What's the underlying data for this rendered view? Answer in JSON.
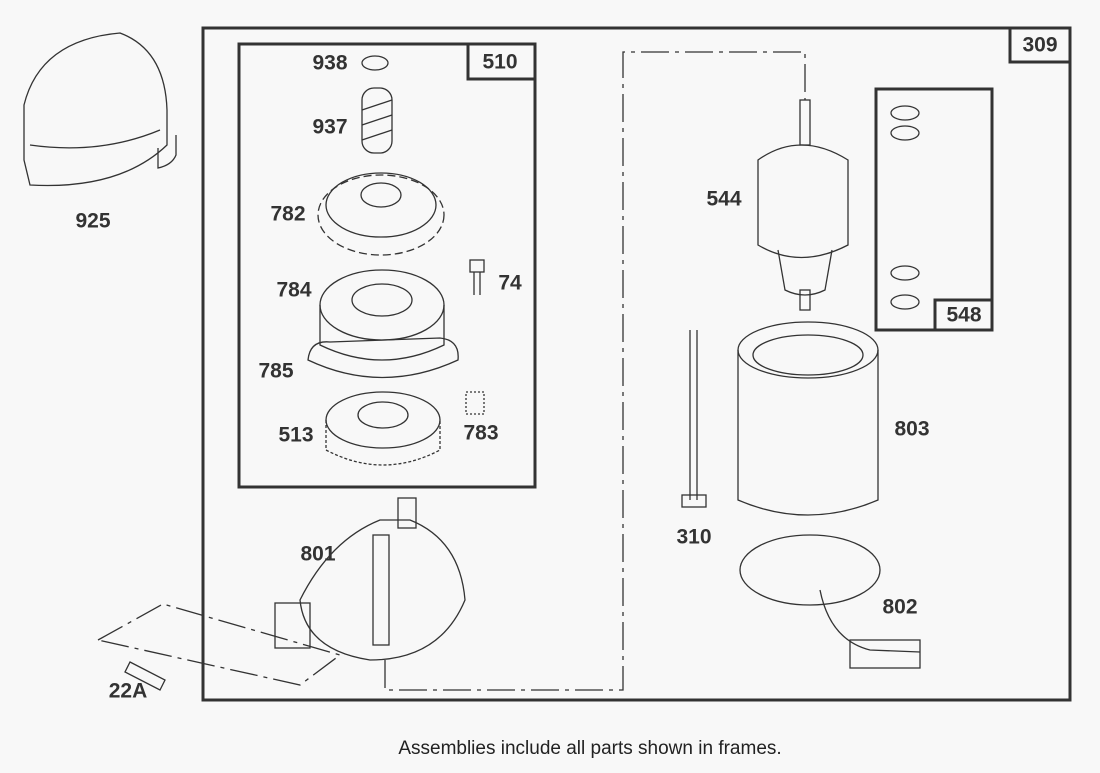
{
  "frames": [
    {
      "id": "309"
    },
    {
      "id": "510"
    },
    {
      "id": "548"
    }
  ],
  "parts": {
    "p925": "925",
    "p938": "938",
    "p937": "937",
    "p782": "782",
    "p74": "74",
    "p784": "784",
    "p785": "785",
    "p513": "513",
    "p783": "783",
    "p801": "801",
    "p22A": "22A",
    "p544": "544",
    "p803": "803",
    "p310": "310",
    "p802": "802"
  },
  "caption": "Assemblies include all parts shown in frames.",
  "colors": {
    "background": "#f8f8f8",
    "line": "#333333"
  }
}
